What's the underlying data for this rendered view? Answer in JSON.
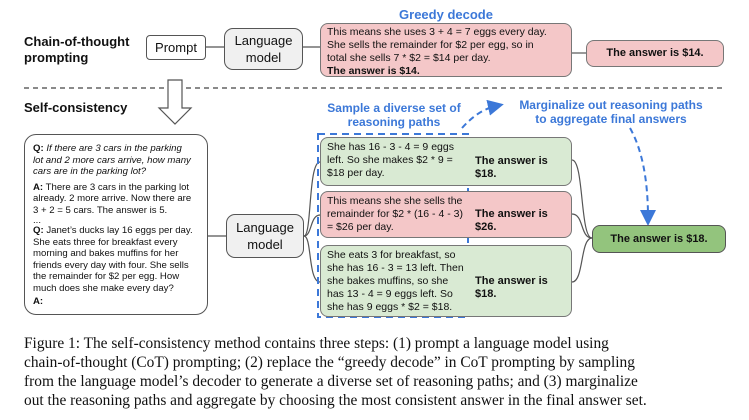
{
  "cot": {
    "title_line1": "Chain-of-thought",
    "title_line2": "prompting",
    "prompt": "Prompt",
    "lm_line1": "Language",
    "lm_line2": "model",
    "greedy_label": "Greedy decode",
    "greedy_lines": [
      "This means she uses 3 + 4 = 7 eggs every day.",
      "She sells the remainder for $2 per egg, so in",
      "total she sells 7 * $2 = $14 per day."
    ],
    "greedy_answer_inline": "The answer is $14.",
    "answer": "The answer is $14."
  },
  "sc": {
    "title": "Self-consistency",
    "prompt_q1_label": "Q:",
    "prompt_q1_lines": [
      "If there are 3 cars in the parking",
      "lot and 2 more cars arrive, how many",
      "cars are in the parking lot?"
    ],
    "prompt_a1_label": "A:",
    "prompt_a1_lines": [
      "There are 3 cars in the parking lot",
      "already. 2 more arrive. Now there are",
      "3 + 2 = 5 cars. The answer is 5."
    ],
    "ellipsis": "...",
    "prompt_q2_label": "Q:",
    "prompt_q2_lines": [
      "Janet’s ducks lay 16 eggs per day.",
      "She eats three for breakfast every",
      "morning and bakes muffins for her",
      "friends every day with four. She sells",
      "the remainder for $2 per egg. How",
      "much does she make every day?"
    ],
    "prompt_a2_label": "A:",
    "lm_line1": "Language",
    "lm_line2": "model",
    "sample_label_line1": "Sample a diverse set of",
    "sample_label_line2": "reasoning paths",
    "marginalize_line1": "Marginalize out reasoning paths",
    "marginalize_line2": "to aggregate final answers",
    "paths": [
      {
        "lines": [
          "She has 16 - 3 - 4 = 9 eggs",
          "left. So she makes $2 * 9 =",
          "$18 per day."
        ],
        "answer": "The answer is $18."
      },
      {
        "lines": [
          "This means she she sells the",
          "remainder for $2 * (16 - 4 - 3)",
          "= $26 per day."
        ],
        "answer": "The answer is $26."
      },
      {
        "lines": [
          "She eats 3 for breakfast, so",
          "she has 16 - 3 = 13 left. Then",
          "she bakes muffins, so she",
          "has 13 - 4 = 9 eggs left. So",
          "she has 9 eggs * $2 = $18."
        ],
        "answer": "The answer is $18."
      }
    ],
    "final_answer": "The answer is $18."
  },
  "caption_lines": [
    "Figure 1: The self-consistency method contains three steps: (1) prompt a language model using",
    "chain-of-thought (CoT) prompting; (2) replace the “greedy decode” in CoT prompting by sampling",
    "from the language model’s decoder to generate a diverse set of reasoning paths; and (3) marginalize",
    "out the reasoning paths and aggregate by choosing the most consistent answer in the final answer set."
  ],
  "colors": {
    "accent_blue": "#3c78d8",
    "pink": "#f4c7c8",
    "light_green": "#d9ead3",
    "answer_green": "#93c47d"
  }
}
